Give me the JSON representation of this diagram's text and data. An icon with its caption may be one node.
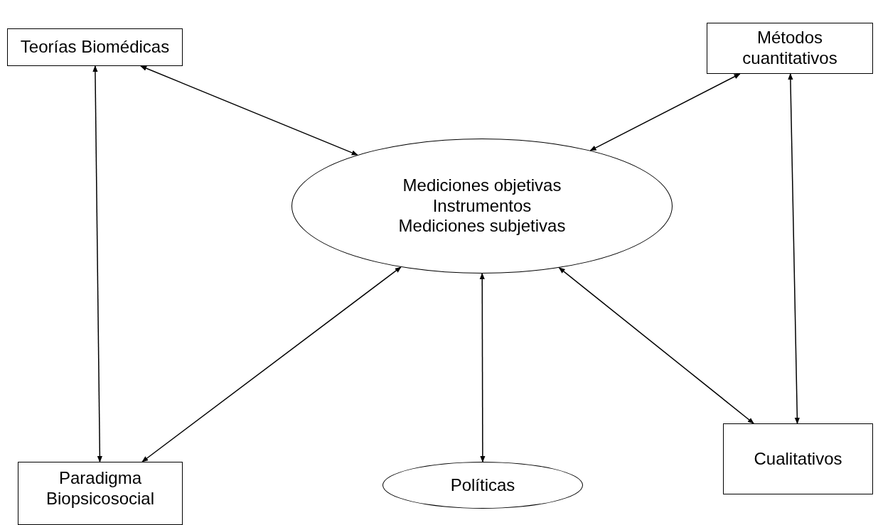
{
  "diagram": {
    "nodes": [
      {
        "text": [
          "Teorías Biomédicas"
        ]
      },
      {
        "text": [
          "Métodos cuantitativos"
        ]
      },
      {
        "text": [
          "Mediciones objetivas",
          "Instrumentos",
          "Mediciones subjetivas"
        ]
      },
      {
        "text": [
          "Paradigma Biopsicosocial"
        ]
      },
      {
        "text": [
          "Políticas"
        ]
      },
      {
        "text": [
          "Cualitativos"
        ]
      }
    ],
    "edges": [
      {
        "from": 0,
        "to": 2,
        "arrow": "both"
      },
      {
        "from": 1,
        "to": 2,
        "arrow": "both"
      },
      {
        "from": 0,
        "to": 3,
        "arrow": "both"
      },
      {
        "from": 1,
        "to": 5,
        "arrow": "both"
      },
      {
        "from": 3,
        "to": 2,
        "arrow": "both"
      },
      {
        "from": 4,
        "to": 2,
        "arrow": "both"
      },
      {
        "from": 5,
        "to": 2,
        "arrow": "both"
      }
    ]
  }
}
